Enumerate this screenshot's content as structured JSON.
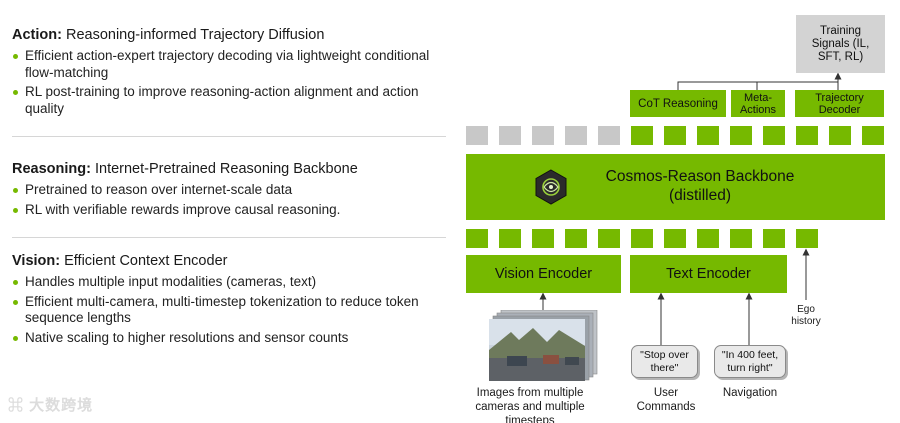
{
  "sections": {
    "action": {
      "title_bold": "Action:",
      "title_rest": " Reasoning-informed Trajectory Diffusion",
      "bullets": [
        "Efficient action-expert trajectory decoding via lightweight conditional flow-matching",
        "RL post-training to improve reasoning-action alignment and action quality"
      ]
    },
    "reasoning": {
      "title_bold": "Reasoning:",
      "title_rest": " Internet-Pretrained Reasoning Backbone",
      "bullets": [
        "Pretrained to reason over internet-scale data",
        "RL with verifiable rewards improve causal reasoning."
      ]
    },
    "vision": {
      "title_bold": "Vision:",
      "title_rest": " Efficient Context Encoder",
      "bullets": [
        "Handles multiple input modalities (cameras, text)",
        "Efficient multi-camera, multi-timestep tokenization to reduce token sequence lengths",
        "Native scaling to higher resolutions and sensor counts"
      ]
    }
  },
  "diagram": {
    "training_signals": "Training Signals (IL, SFT, RL)",
    "outputs": [
      "CoT Reasoning",
      "Meta-Actions",
      "Trajectory Decoder"
    ],
    "backbone_line1": "Cosmos-Reason Backbone",
    "backbone_line2": "(distilled)",
    "vision_encoder": "Vision Encoder",
    "text_encoder": "Text Encoder",
    "ego_history": "Ego history",
    "prompt_user": "\"Stop over there\"",
    "prompt_nav": "\"In 400 feet, turn right\"",
    "label_images": "Images from multiple cameras and multiple timesteps",
    "label_user": "User Commands",
    "label_nav": "Navigation"
  },
  "watermark": "大数跨境",
  "colors": {
    "accent": "#76b900",
    "token_gray": "#c8c8c8",
    "signals_box": "#d3d3d3"
  }
}
